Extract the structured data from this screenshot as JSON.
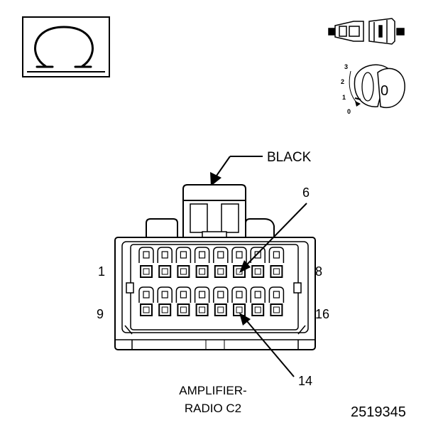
{
  "symbol_icon": "ohm-icon",
  "connector_icon": "connector-unplugged-icon",
  "ignition_icon": "ignition-key-icon",
  "ignition": {
    "positions": [
      "3",
      "2",
      "1",
      "0"
    ],
    "key_label": "0"
  },
  "wire_color": "BLACK",
  "pins": {
    "top_left": "1",
    "top_right": "8",
    "bottom_left": "9",
    "bottom_right": "16",
    "callout_top": "6",
    "callout_bottom": "14"
  },
  "caption": {
    "line1": "AMPLIFIER-",
    "line2": "RADIO C2"
  },
  "figure_number": "2519345"
}
